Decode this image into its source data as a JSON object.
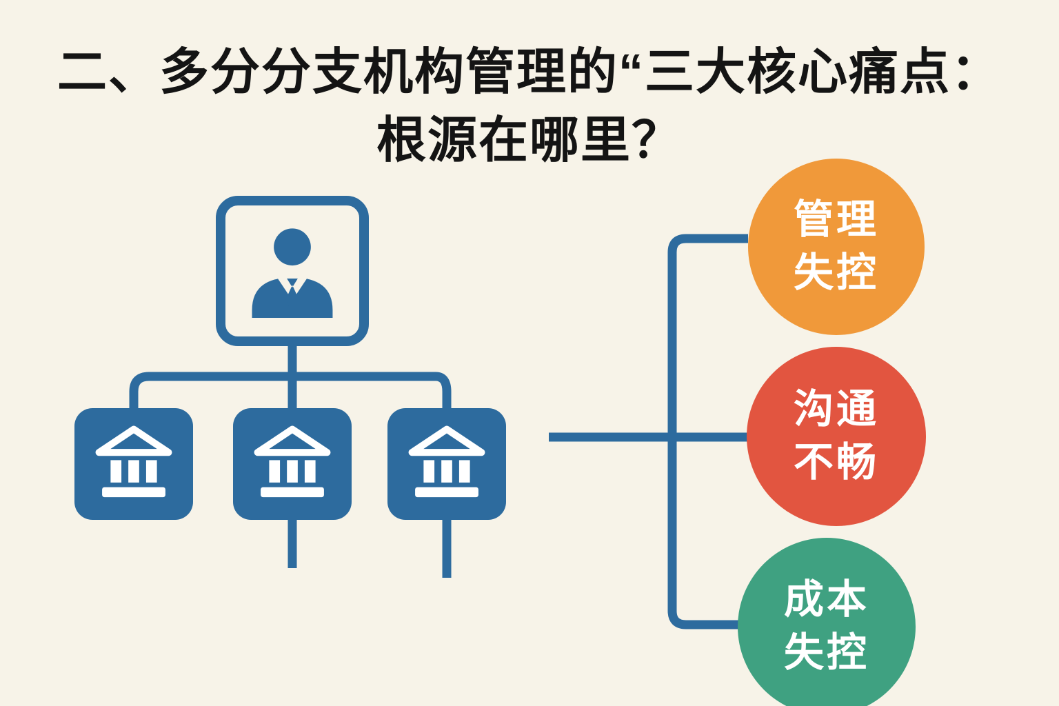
{
  "title": {
    "line1": "二、多分分支机构管理的“三大核心痛点：",
    "line2": "根源在哪里？"
  },
  "colors": {
    "background": "#f7f3e8",
    "diagram_blue": "#2d6b9e",
    "pain_orange": "#f0993a",
    "pain_red": "#e25540",
    "pain_green": "#3fa181",
    "title_text": "#141414",
    "circle_text": "#ffffff"
  },
  "org_chart": {
    "head_icon": "person-icon",
    "branch_icon": "bank-icon",
    "branch_count": 3
  },
  "pain_points": [
    {
      "line1": "管理",
      "line2": "失控",
      "color": "#f0993a"
    },
    {
      "line1": "沟通",
      "line2": "不畅",
      "color": "#e25540"
    },
    {
      "line1": "成本",
      "line2": "失控",
      "color": "#3fa181"
    }
  ]
}
